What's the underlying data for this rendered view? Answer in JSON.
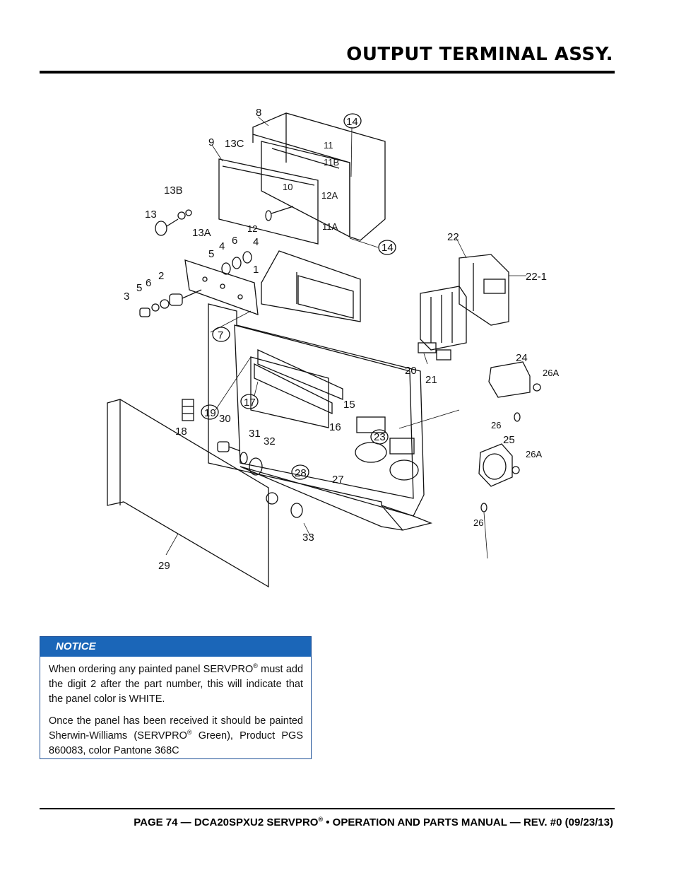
{
  "header": {
    "title": "OUTPUT TERMINAL ASSY."
  },
  "diagram": {
    "labels": [
      "8",
      "14",
      "9",
      "13C",
      "11",
      "11B",
      "10",
      "12A",
      "13B",
      "13",
      "13A",
      "12",
      "11A",
      "14",
      "22",
      "22-1",
      "5",
      "4",
      "6",
      "4",
      "1",
      "3",
      "5",
      "6",
      "2",
      "7",
      "24",
      "26A",
      "20",
      "21",
      "17",
      "15",
      "19",
      "30",
      "18",
      "31",
      "32",
      "16",
      "23",
      "26",
      "25",
      "26A",
      "28",
      "27",
      "26",
      "33",
      "29"
    ]
  },
  "notice": {
    "heading": "NOTICE",
    "p1_before": "When ordering any painted panel SERVPRO",
    "p1_reg": "®",
    "p1_after": " must add the digit 2 after the part number, this will indicate that the panel color is WHITE.",
    "p2_before": "Once the panel has been received it should be painted Sherwin-Williams (SERVPRO",
    "p2_reg": "®",
    "p2_after": " Green), Product PGS 860083, color Pantone 368C"
  },
  "footer": {
    "before": "PAGE 74 — DCA20SPXU2 SERVPRO",
    "reg": "®",
    "after": " • OPERATION AND PARTS MANUAL — REV. #0 (09/23/13)"
  }
}
